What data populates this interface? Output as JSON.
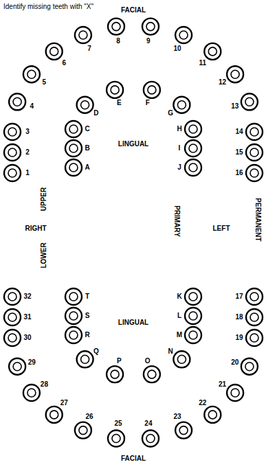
{
  "diagram": {
    "title": "Identify missing teeth with \"X\"",
    "labels": [
      "FACIAL",
      "1",
      "2",
      "3",
      "4",
      "5",
      "6",
      "7",
      "8",
      "9",
      "10",
      "11",
      "12",
      "13",
      "14",
      "15",
      "16",
      "A",
      "B",
      "C",
      "D",
      "E",
      "F",
      "G",
      "H",
      "I",
      "J",
      "LINGUAL",
      "RIGHT",
      "UPPER",
      "LOWER",
      "PRIMARY",
      "PERMANENT",
      "LEFT",
      "K",
      "L",
      "M",
      "N",
      "O",
      "P",
      "Q",
      "R",
      "S",
      "T",
      "LINGUAL",
      "17",
      "18",
      "19",
      "20",
      "21",
      "22",
      "23",
      "24",
      "25",
      "26",
      "27",
      "28",
      "29",
      "30",
      "31",
      "32",
      "FACIAL"
    ]
  }
}
